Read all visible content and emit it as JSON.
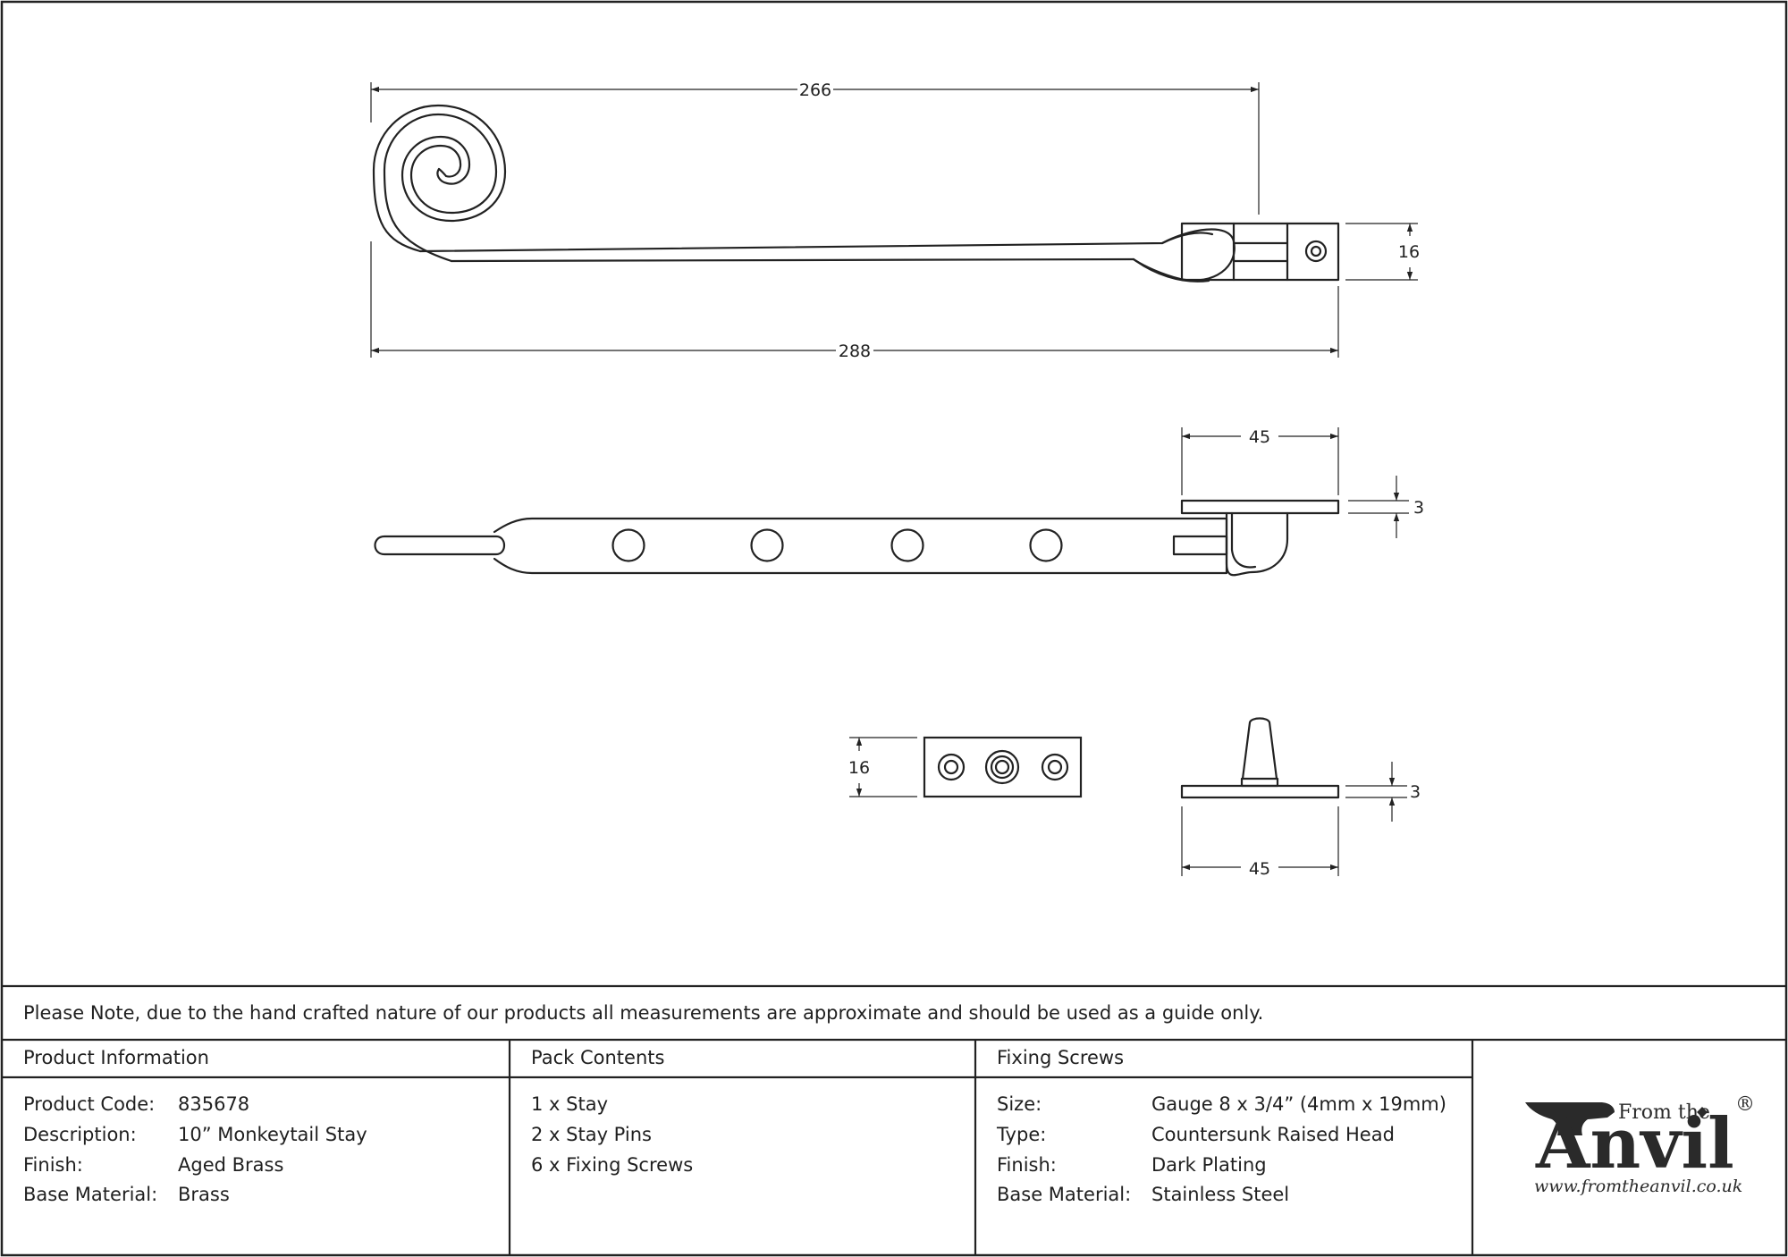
{
  "dimensions": {
    "top_length": "266",
    "overall_length": "288",
    "bracket_height": "16",
    "side_bracket_width": "45",
    "side_plate_thickness": "3",
    "pin_plate_height": "16",
    "pin_plate_thickness": "3",
    "pin_plate_width": "45"
  },
  "note": "Please Note, due to the hand crafted nature of our products all measurements are approximate and should be used as a guide only.",
  "product_info": {
    "heading": "Product Information",
    "rows": [
      {
        "label": "Product Code:",
        "value": "835678"
      },
      {
        "label": "Description:",
        "value": "10” Monkeytail Stay"
      },
      {
        "label": "Finish:",
        "value": "Aged Brass"
      },
      {
        "label": "Base Material:",
        "value": "Brass"
      }
    ]
  },
  "pack_contents": {
    "heading": "Pack Contents",
    "items": [
      "1 x Stay",
      "2 x Stay Pins",
      "6 x Fixing Screws"
    ]
  },
  "fixing_screws": {
    "heading": "Fixing Screws",
    "rows": [
      {
        "label": "Size:",
        "value": "Gauge 8 x 3/4” (4mm x 19mm)"
      },
      {
        "label": "Type:",
        "value": "Countersunk Raised Head"
      },
      {
        "label": "Finish:",
        "value": "Dark Plating"
      },
      {
        "label": "Base Material:",
        "value": "Stainless Steel"
      }
    ]
  },
  "logo": {
    "from_the": "From the",
    "anvil": "Anvil",
    "registered": "®",
    "url": "www.fromtheanvil.co.uk"
  }
}
